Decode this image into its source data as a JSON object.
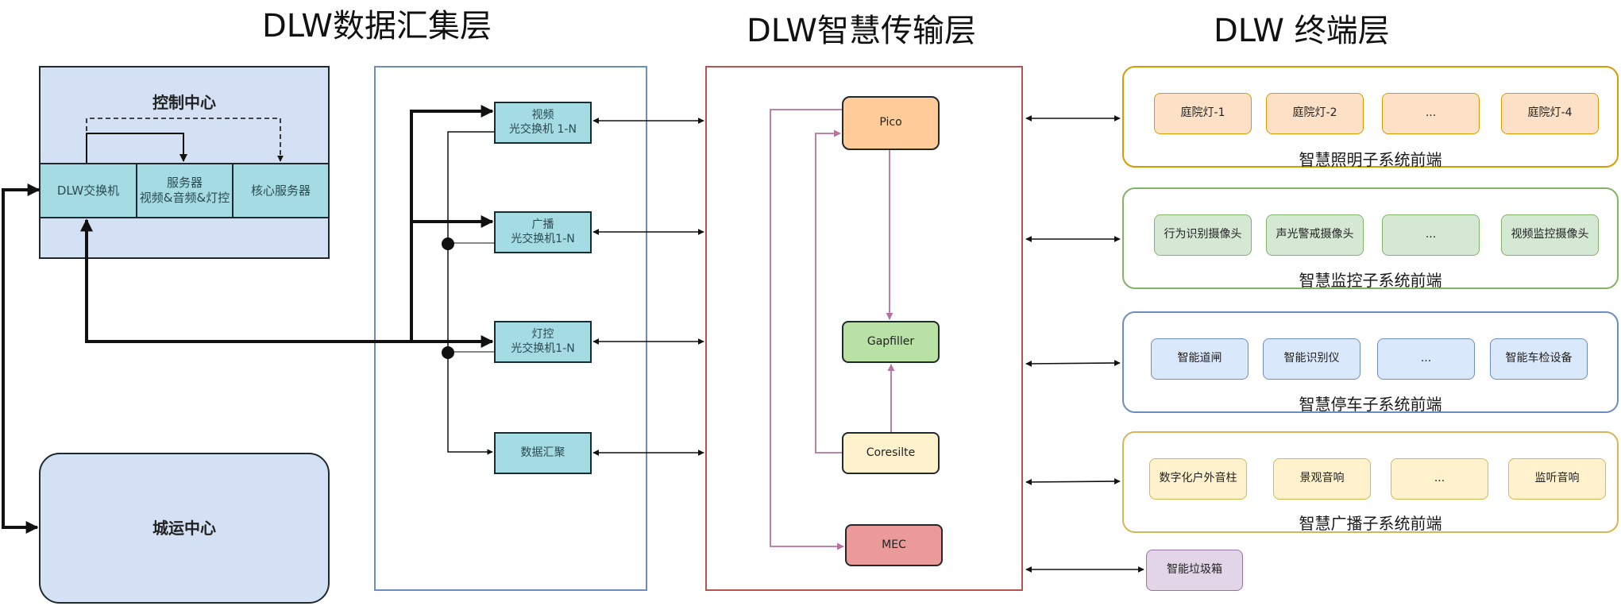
{
  "titles": {
    "collect": "DLW数据汇集层",
    "transmit": "DLW智慧传输层",
    "terminal": "DLW 终端层"
  },
  "control_center": {
    "title": "控制中心",
    "cells": [
      "DLW交换机",
      "服务器\n视频&音频&灯控",
      "核心服务器"
    ]
  },
  "city_center": {
    "title": "城运中心"
  },
  "switches": [
    "视频\n光交换机 1-N",
    "广播\n光交换机1-N",
    "灯控\n光交换机1-N",
    "数据汇聚"
  ],
  "transport": [
    "Pico",
    "Gapfiller",
    "Coresilte",
    "MEC"
  ],
  "subsystems": [
    {
      "caption": "智慧照明子系统前端",
      "items": [
        "庭院灯-1",
        "庭院灯-2",
        "...",
        "庭院灯-4"
      ],
      "fill": "#fce1c7",
      "stroke": "#d79b00"
    },
    {
      "caption": "智慧监控子系统前端",
      "items": [
        "行为识别摄像头",
        "声光警戒摄像头",
        "...",
        "视频监控摄像头"
      ],
      "fill": "#d5e8d4",
      "stroke": "#82b366"
    },
    {
      "caption": "智慧停车子系统前端",
      "items": [
        "智能道闸",
        "智能识别仪",
        "...",
        "智能车检设备"
      ],
      "fill": "#dae8fc",
      "stroke": "#6c8ebf"
    },
    {
      "caption": "智慧广播子系统前端",
      "items": [
        "数字化户外音柱",
        "景观音响",
        "...",
        "监听音响"
      ],
      "fill": "#fff2cc",
      "stroke": "#d6b656"
    }
  ],
  "trash": {
    "label": "智能垃圾箱"
  },
  "colors": {
    "control_fill": "#d4e1f5",
    "cyan": "#a5dbe3",
    "pico": "#ffcc99",
    "gap": "#b9e0a5",
    "core": "#fff2cc",
    "mec": "#ea9a98",
    "trash": "#e1d5e7",
    "pink_line": "#b5739d",
    "blue_border": "#6c8ebf",
    "red_border": "#b85450"
  }
}
